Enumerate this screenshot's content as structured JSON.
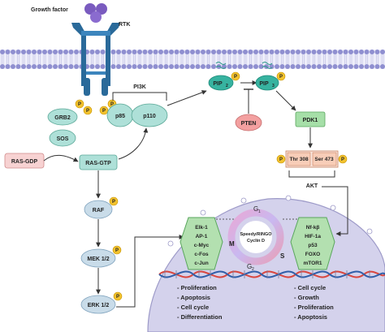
{
  "receptor": {
    "growth_factor": "Growth factor",
    "rtk": "RTK"
  },
  "adaptors": {
    "grb2": "GRB2",
    "sos": "SOS"
  },
  "pi3k": {
    "label": "PI3K",
    "p85": "p85",
    "p110": "p110"
  },
  "ras": {
    "gdp": "RAS-GDP",
    "gtp": "RAS-GTP"
  },
  "lipids": {
    "pip2": "PIP",
    "pip2_sub": "2",
    "pip3": "PIP",
    "pip3_sub": "3"
  },
  "pten": "PTEN",
  "pdk1": "PDK1",
  "akt": {
    "label": "AKT",
    "thr": "Thr 308",
    "ser": "Ser 473"
  },
  "mapk": {
    "raf": "RAF",
    "mek": "MEK 1/2",
    "erk": "ERK 1/2"
  },
  "phospho": "P",
  "erk_targets": [
    "Elk-1",
    "AP-1",
    "c-Myc",
    "c-Fos",
    "c-Jun"
  ],
  "akt_targets": [
    "Nf-kβ",
    "HIF-1a",
    "p53",
    "FOXO",
    "mTOR1"
  ],
  "cell_cycle": {
    "g1": "G",
    "g1_sub": "1",
    "s": "S",
    "g2": "G",
    "g2_sub": "2",
    "m": "M",
    "center_line1": "Speedy/RINGO",
    "center_line2": "Cyclin D"
  },
  "outcomes_left": [
    "- Proliferation",
    "- Apoptosis",
    "- Cell cycle",
    "- Differentiation"
  ],
  "outcomes_right": [
    "- Cell cycle",
    "- Growth",
    "- Proliferation",
    "- Apoptosis"
  ],
  "colors": {
    "membrane": "#8f8fd0",
    "receptor": "#2a6a9a",
    "purple_ligand": "#7a5bbf",
    "teal_box": "#aee0d8",
    "phospho": "#f2c22e",
    "pten": "#f3a0a0",
    "pdk1": "#a6dfa8",
    "green_hex": "#b3e0b0",
    "nucleus": "#d4d2ec"
  }
}
